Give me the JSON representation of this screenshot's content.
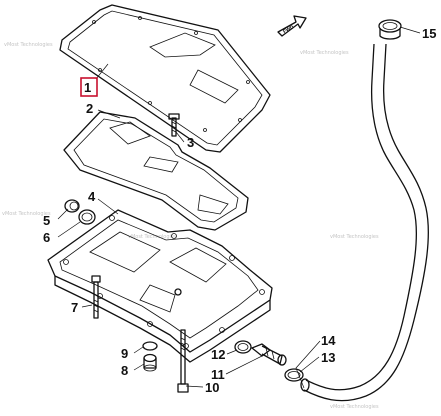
{
  "callouts": [
    {
      "id": "1",
      "text": "1",
      "highlighted": true
    },
    {
      "id": "2",
      "text": "2"
    },
    {
      "id": "3",
      "text": "3"
    },
    {
      "id": "4",
      "text": "4"
    },
    {
      "id": "5",
      "text": "5"
    },
    {
      "id": "6",
      "text": "6"
    },
    {
      "id": "7",
      "text": "7"
    },
    {
      "id": "8",
      "text": "8"
    },
    {
      "id": "9",
      "text": "9"
    },
    {
      "id": "10",
      "text": "10"
    },
    {
      "id": "11",
      "text": "11"
    },
    {
      "id": "12",
      "text": "12"
    },
    {
      "id": "13",
      "text": "13"
    },
    {
      "id": "14",
      "text": "14"
    },
    {
      "id": "15",
      "text": "15"
    }
  ],
  "front_arrow_text": "FWD",
  "watermark_text": "vMost Technologies",
  "colors": {
    "callout_highlight": "#c8102e",
    "line": "#111111",
    "watermark": "#c4c4c4"
  }
}
